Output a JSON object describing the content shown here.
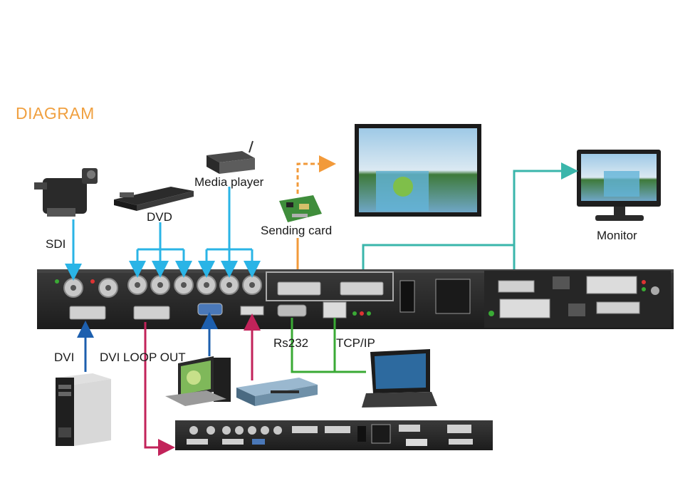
{
  "title": "DIAGRAM",
  "labels": {
    "sdi": "SDI",
    "dvd": "DVD",
    "media_player": "Media player",
    "sending_card": "Sending card",
    "monitor": "Monitor",
    "dvi": "DVI",
    "dvi_loop_out": "DVI LOOP OUT",
    "rs232": "Rs232",
    "tcp_ip": "TCP/IP"
  },
  "colors": {
    "title": "#f0a040",
    "cyan_link": "#2ab4e6",
    "teal_link": "#3ab6ab",
    "blue_link": "#1d5fae",
    "red_link": "#c2235a",
    "orange_link": "#f29a3a",
    "green_link": "#3aaa35",
    "panel": "#2b2b2b"
  }
}
